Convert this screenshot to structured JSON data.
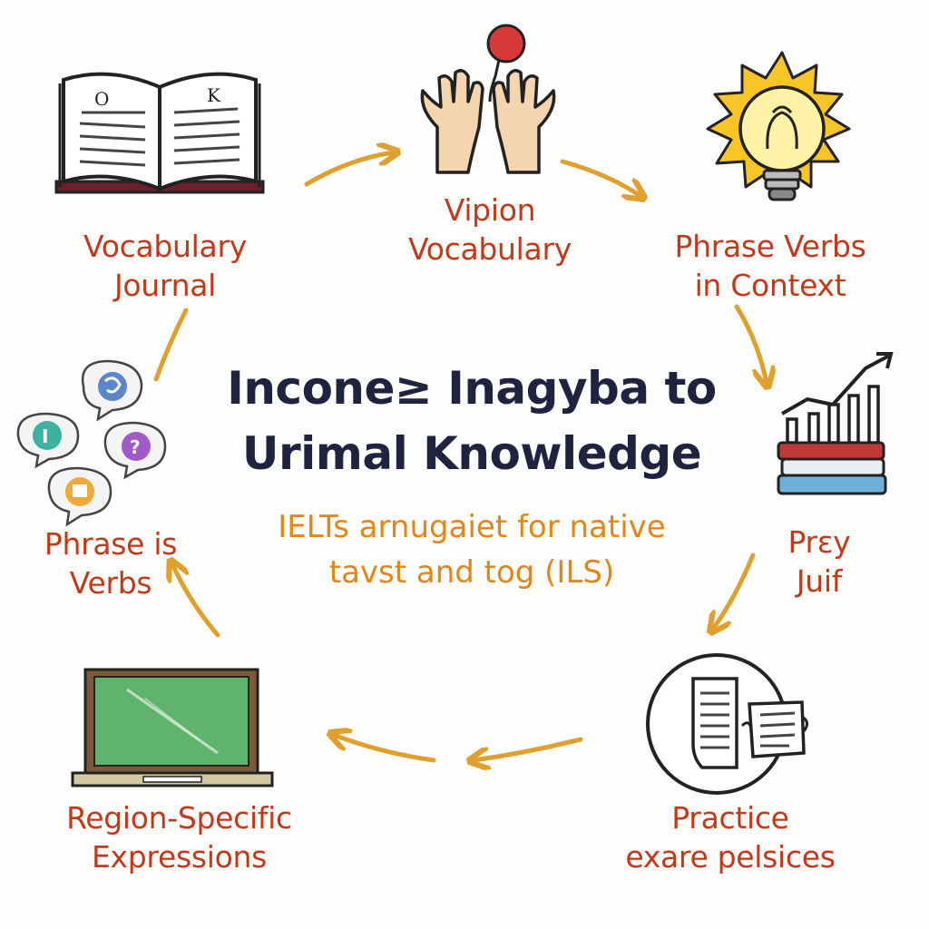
{
  "center": {
    "title_line1": "Incone≥ Inagyba to",
    "title_line2": "Urimal Knowledge",
    "subtitle_line1": "IELTs arnugaiet for native",
    "subtitle_line2": "tavst and tog (ILS)"
  },
  "nodes": {
    "vocabulary_journal": {
      "line1": "Vocabulary",
      "line2": "Journal",
      "book_letter_left": "O",
      "book_letter_right": "K",
      "icon": "open-book-icon"
    },
    "vipion_vocabulary": {
      "line1": "Vipion",
      "line2": "Vocabulary",
      "icon": "hands-ball-icon"
    },
    "phrase_verbs_context": {
      "line1": "Phrase Verbs",
      "line2": "in Context",
      "icon": "lightbulb-icon"
    },
    "prey_juif": {
      "line1": "Prɛy",
      "line2": "Juif",
      "icon": "growth-books-icon"
    },
    "practice": {
      "line1": "Practice",
      "line2": "exare pelsices",
      "icon": "documents-icon"
    },
    "region_specific": {
      "line1": "Region-Specific",
      "line2": "Expressions",
      "icon": "chalkboard-icon"
    },
    "phrase_is_verbs": {
      "line1": "Phrase is",
      "line2": "Verbs",
      "icon": "speech-bubbles-icon",
      "bubble_glyphs": [
        "I",
        "?"
      ]
    }
  },
  "colors": {
    "label": "#c0391b",
    "title": "#1f2340",
    "subtitle": "#e0861a",
    "arrow": "#e0a030",
    "background": "#fdfdfb"
  }
}
